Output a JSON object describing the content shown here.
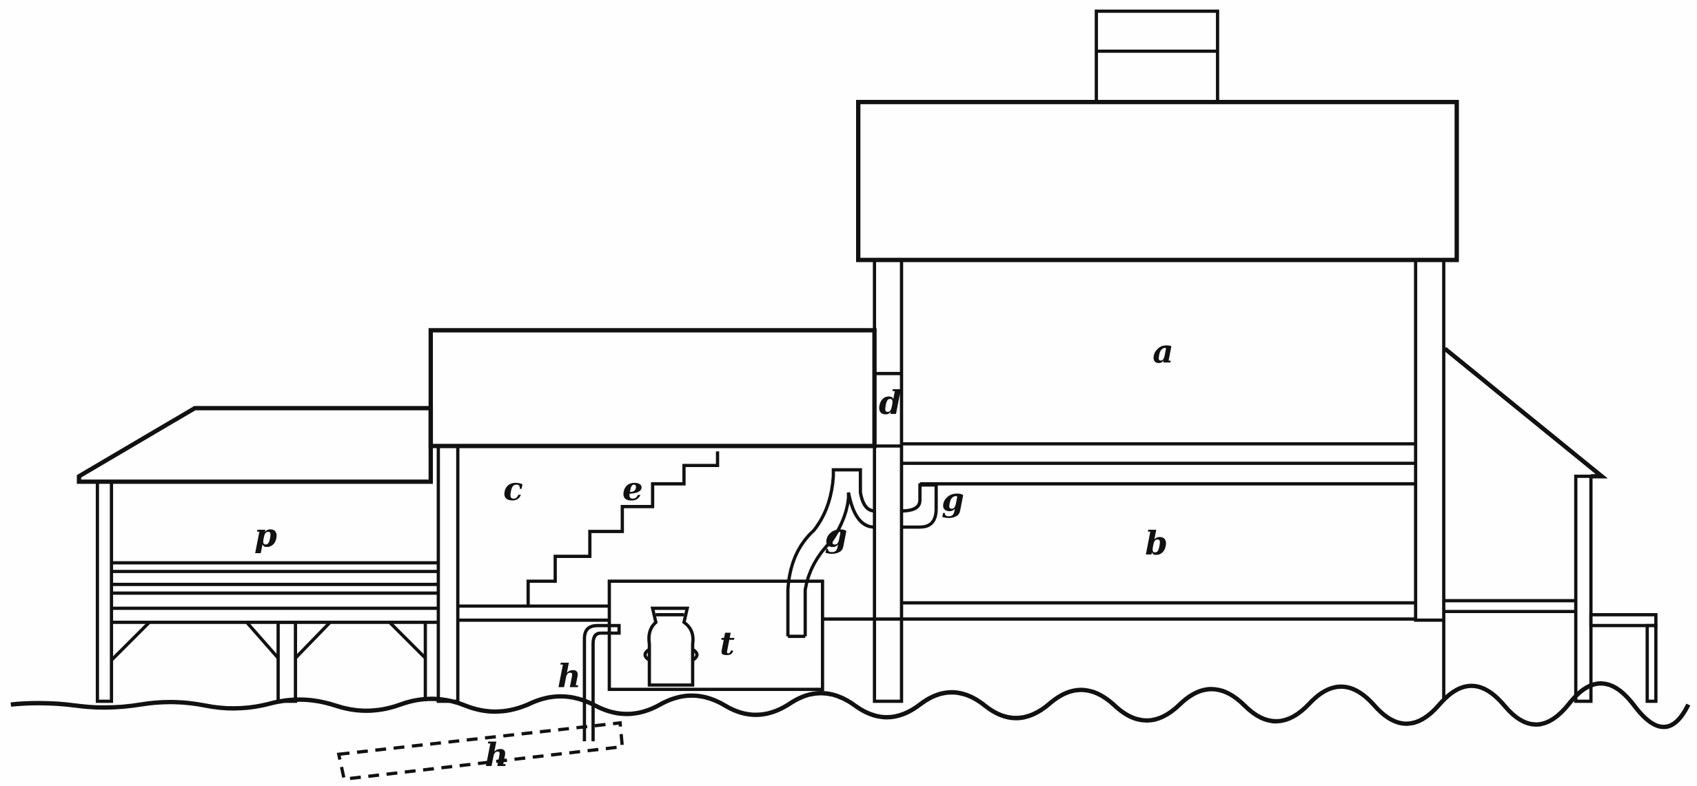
{
  "figure": {
    "type": "building cross-section line drawing",
    "labels": {
      "a": "a",
      "b": "b",
      "c": "c",
      "d": "d",
      "e": "e",
      "g_right": "g",
      "g_left": "g",
      "p": "p",
      "t": "t",
      "h_upper": "h",
      "h_lower": "h"
    },
    "colors": {
      "ink": "#111111",
      "paper": "#fefefe"
    }
  }
}
